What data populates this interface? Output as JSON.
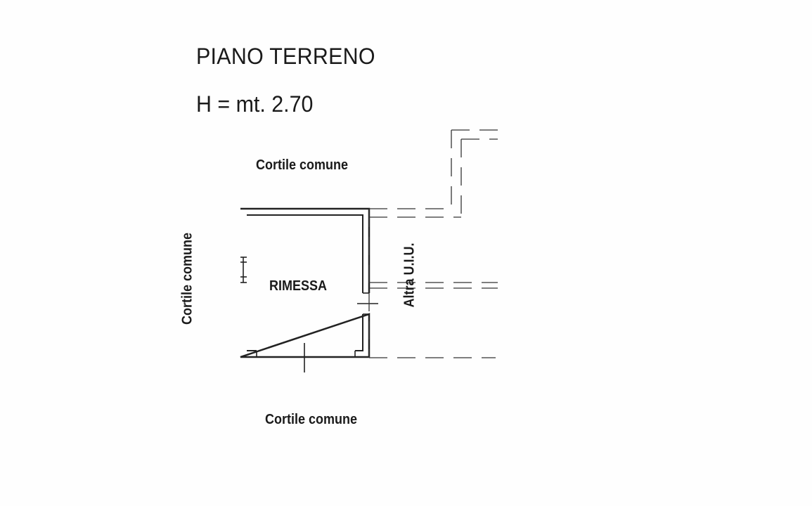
{
  "plan": {
    "floor_title": "PIANO TERRENO",
    "height_label": "H = mt. 2.70",
    "room_name": "RIMESSA",
    "labels": {
      "top": "Cortile comune",
      "bottom": "Cortile comune",
      "left": "Cortile comune",
      "right": "Altra U.I.U."
    },
    "colors": {
      "wall": "#222222",
      "dashed": "#333333",
      "background": "#ffffff"
    }
  }
}
